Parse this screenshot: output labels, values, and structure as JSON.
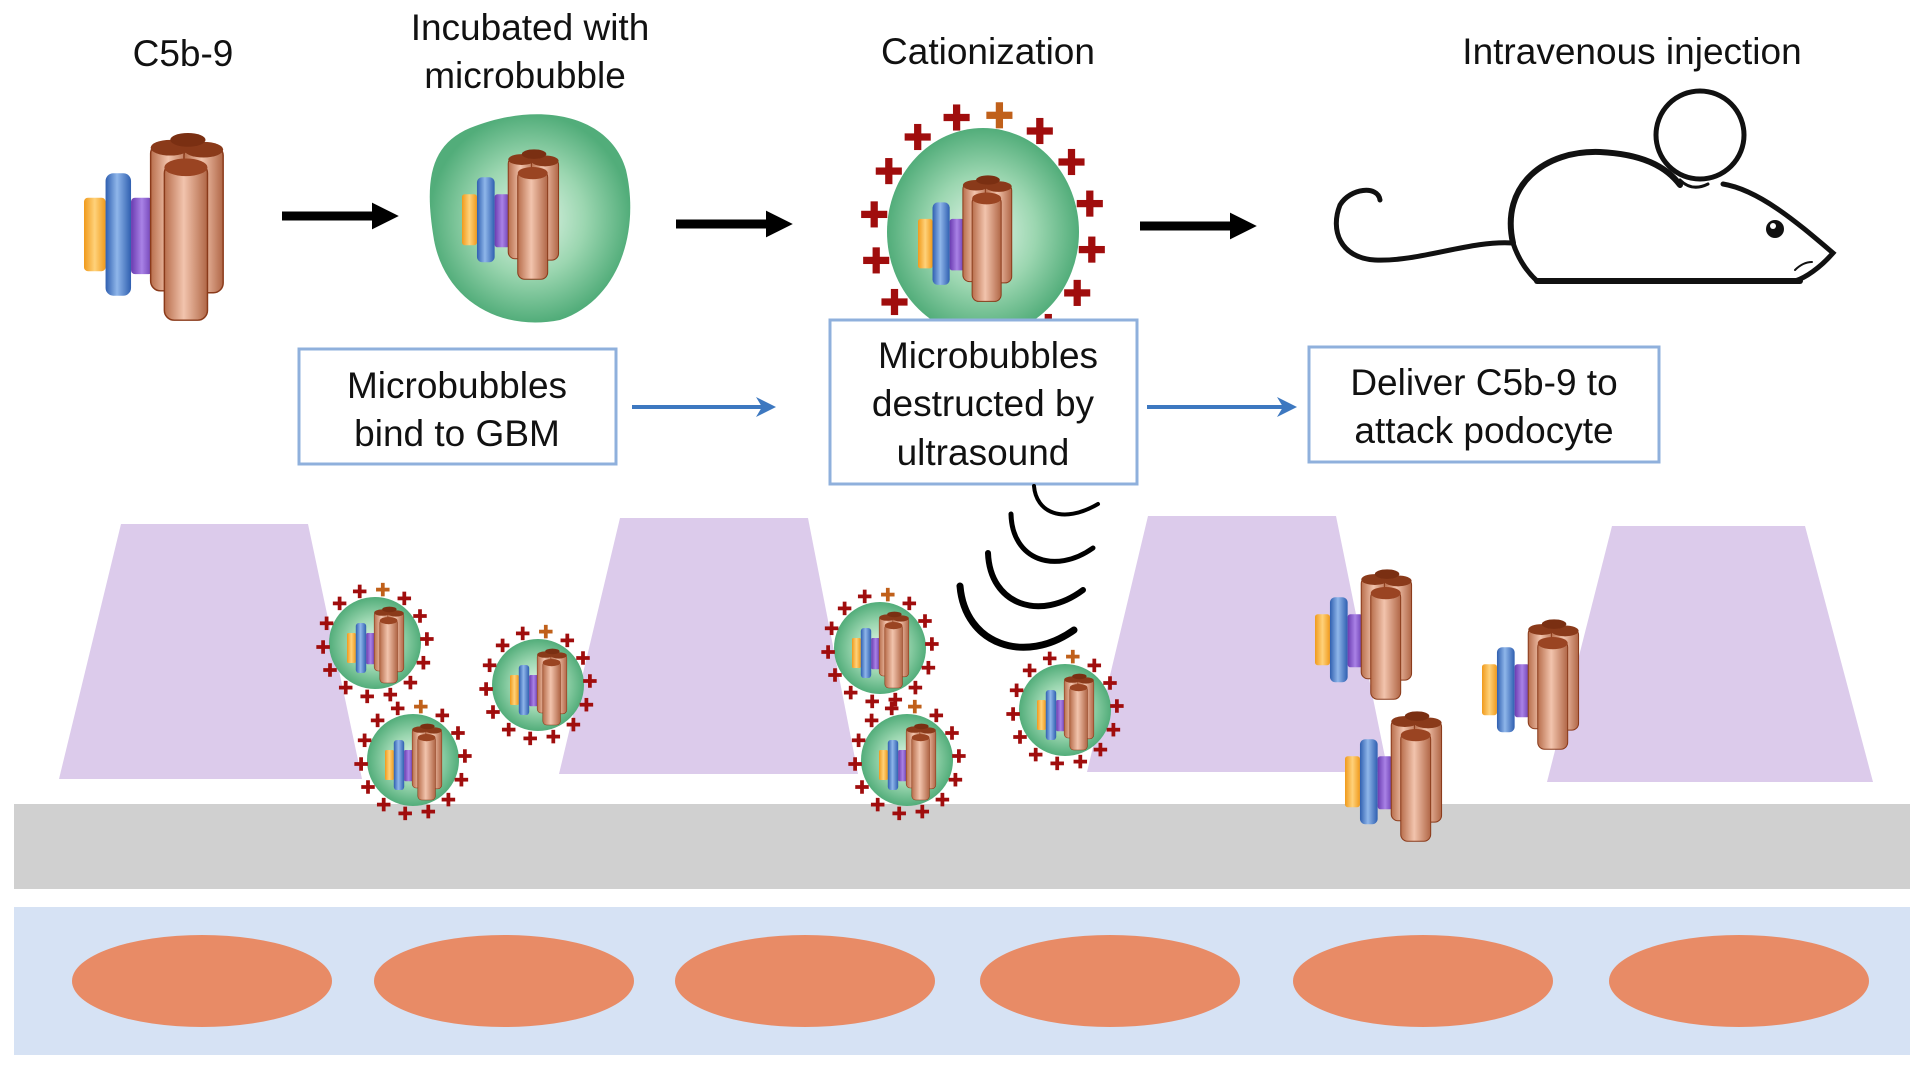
{
  "steps": [
    {
      "label_lines": [
        "C5b-9"
      ],
      "icon": "c5b9-complex-icon"
    },
    {
      "label_lines": [
        "Incubated with",
        "microbubble"
      ],
      "icon": "microbubble-icon"
    },
    {
      "label_lines": [
        "Cationization"
      ],
      "icon": "cationized-microbubble-icon"
    },
    {
      "label_lines": [
        "Intravenous injection"
      ],
      "icon": "mouse-icon"
    }
  ],
  "process_boxes": [
    {
      "lines": [
        "Microbubbles",
        "bind to GBM"
      ]
    },
    {
      "lines": [
        "Microbubbles",
        "destructed by",
        "ultrasound"
      ]
    },
    {
      "lines": [
        "Deliver C5b-9 to",
        "attack podocyte"
      ]
    }
  ],
  "icons": {
    "top_arrow": "right-arrow-icon",
    "flow_arrow": "blue-right-arrow-icon",
    "ultrasound": "ultrasound-waves-icon",
    "cation": "plus-charge-icon"
  },
  "colors": {
    "microbubble_green": "#5cb885",
    "microbubble_center": "#d6f0e0",
    "plus_red": "#a00d0d",
    "plus_orange": "#c0601a",
    "pore_copper": "#d99a7c",
    "pore_dark": "#8a3a1a",
    "cyl_orange": "#f5b43c",
    "cyl_blue": "#4a7fd0",
    "cyl_purple": "#8a5bd0",
    "podocyte": "#dccbeb",
    "gbm": "#d0d0d0",
    "endothelium": "#d6e2f4",
    "nucleus": "#e88b66",
    "box_border": "#8fb0dc",
    "flow_arrow": "#3d78c0"
  }
}
